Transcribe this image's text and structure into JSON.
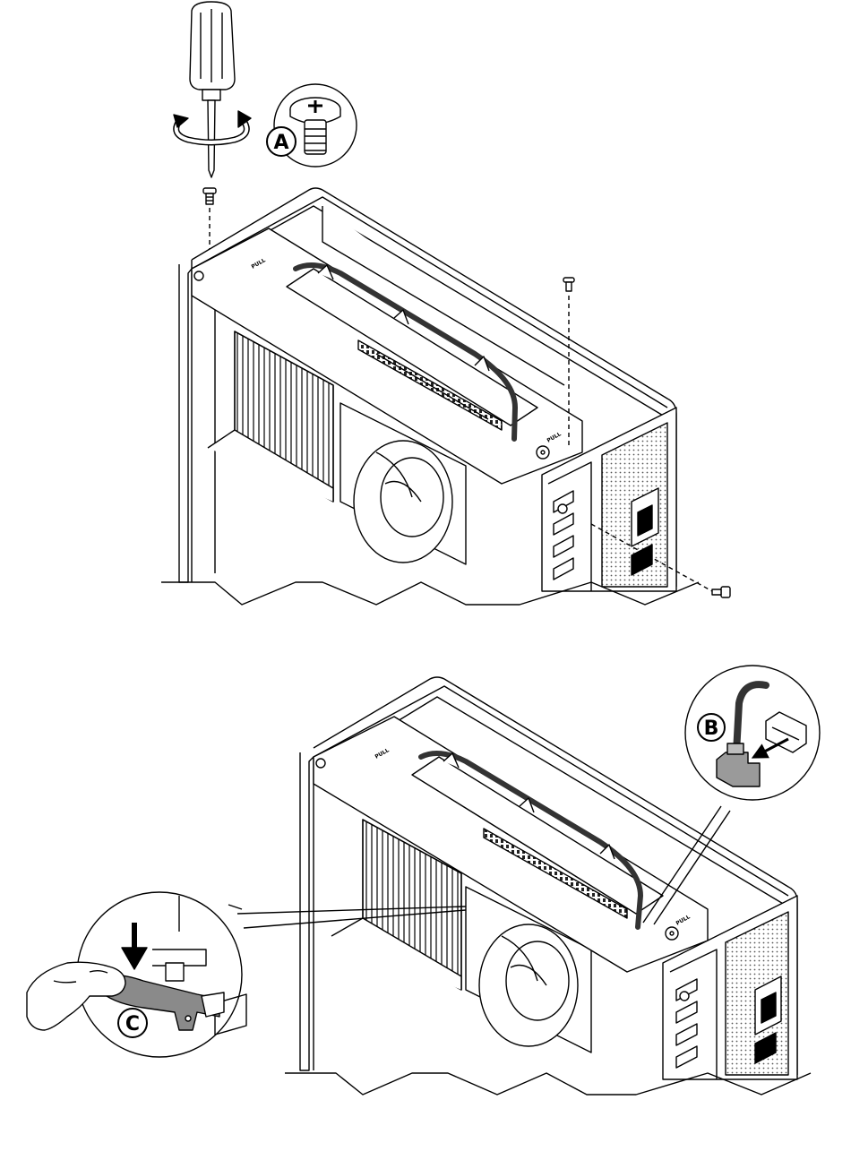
{
  "callouts": {
    "a": {
      "label": "A"
    },
    "b": {
      "label": "B"
    },
    "c": {
      "label": "C"
    }
  },
  "latch_labels": {
    "top_left": "PULL",
    "top_right": "PULL",
    "bottom_left": "PULL",
    "bottom_right": "PULL"
  },
  "colors": {
    "line": "#000000",
    "fill": "#ffffff",
    "cable": "#3a3a3a",
    "connector": "#9a9a9a",
    "tab": "#8a8a8a",
    "shade": "#d9d9d9"
  },
  "icons": [
    "screwdriver-icon",
    "rotation-arrow-icon",
    "screw-icon",
    "arrow-icon",
    "hand-icon"
  ]
}
